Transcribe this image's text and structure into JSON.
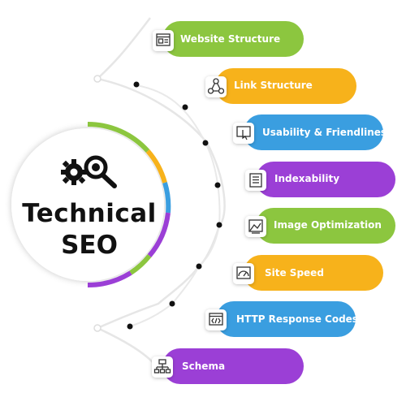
{
  "title_lines": [
    "Technical",
    "SEO"
  ],
  "center_icon": "gear-magnifier-icon",
  "items": [
    {
      "label": "Website Structure",
      "icon": "website-layout-icon",
      "color": "#8cc63f"
    },
    {
      "label": "Link Structure",
      "icon": "network-nodes-icon",
      "color": "#f7b21b"
    },
    {
      "label": "Usability & Friendliness",
      "icon": "touch-screen-icon",
      "color": "#3a9ee0"
    },
    {
      "label": "Indexability",
      "icon": "document-list-icon",
      "color": "#9b3fd6"
    },
    {
      "label": "Image Optimization",
      "icon": "image-chart-icon",
      "color": "#8cc63f"
    },
    {
      "label": "Site Speed",
      "icon": "speedometer-icon",
      "color": "#f7b21b"
    },
    {
      "label": "HTTP Response Codes",
      "icon": "code-window-icon",
      "color": "#3a9ee0"
    },
    {
      "label": "Schema",
      "icon": "sitemap-icon",
      "color": "#9b3fd6"
    }
  ]
}
